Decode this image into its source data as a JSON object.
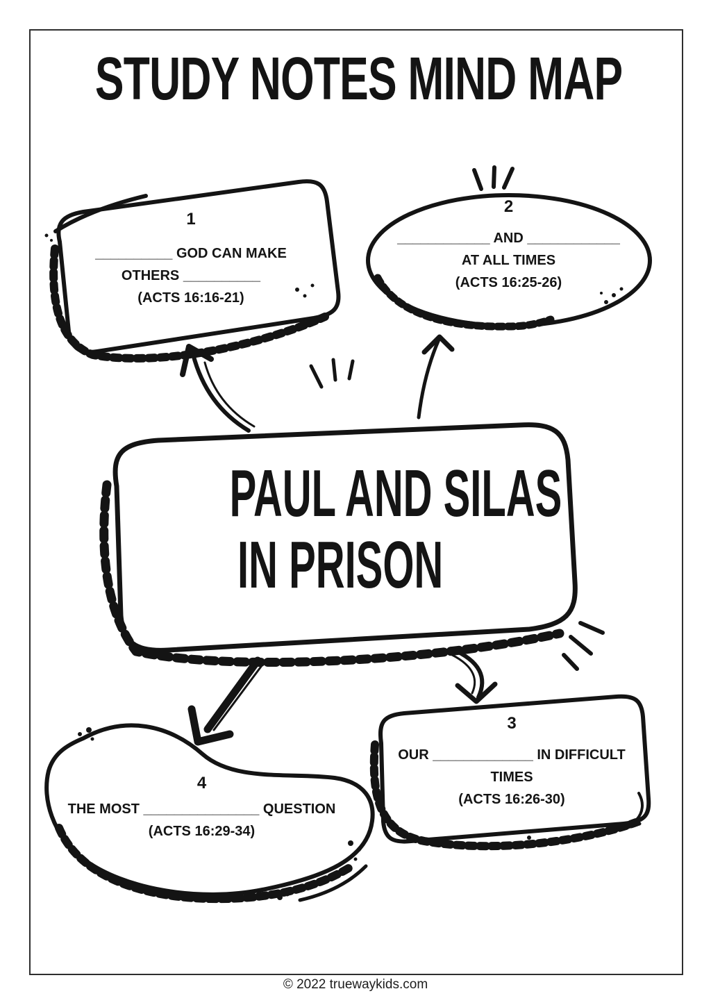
{
  "page": {
    "background": "#ffffff",
    "ink_color": "#141414",
    "frame_color": "#2e2e2e",
    "title": "STUDY NOTES MIND MAP",
    "footer": "© 2022 truewaykids.com"
  },
  "diagram": {
    "type": "mind-map",
    "center": {
      "title_line1": "PAUL AND SILAS",
      "title_line2": "IN PRISON"
    },
    "nodes": [
      {
        "number": "1",
        "lines": [
          "__________ GOD CAN MAKE",
          "OTHERS __________",
          "(ACTS 16:16-21)"
        ]
      },
      {
        "number": "2",
        "lines": [
          "____________ AND ____________",
          "AT ALL TIMES",
          "(ACTS 16:25-26)"
        ]
      },
      {
        "number": "3",
        "lines": [
          "OUR _____________ IN DIFFICULT",
          "TIMES",
          "(ACTS 16:26-30)"
        ]
      },
      {
        "number": "4",
        "lines": [
          "THE MOST _______________ QUESTION",
          "(ACTS 16:29-34)"
        ]
      }
    ],
    "connections": [
      {
        "from": "center",
        "to": "1",
        "style": "curved-arrow"
      },
      {
        "from": "center",
        "to": "2",
        "style": "straight-arrow"
      },
      {
        "from": "center",
        "to": "3",
        "style": "curved-arrow"
      },
      {
        "from": "center",
        "to": "4",
        "style": "thick-arrow"
      }
    ]
  }
}
